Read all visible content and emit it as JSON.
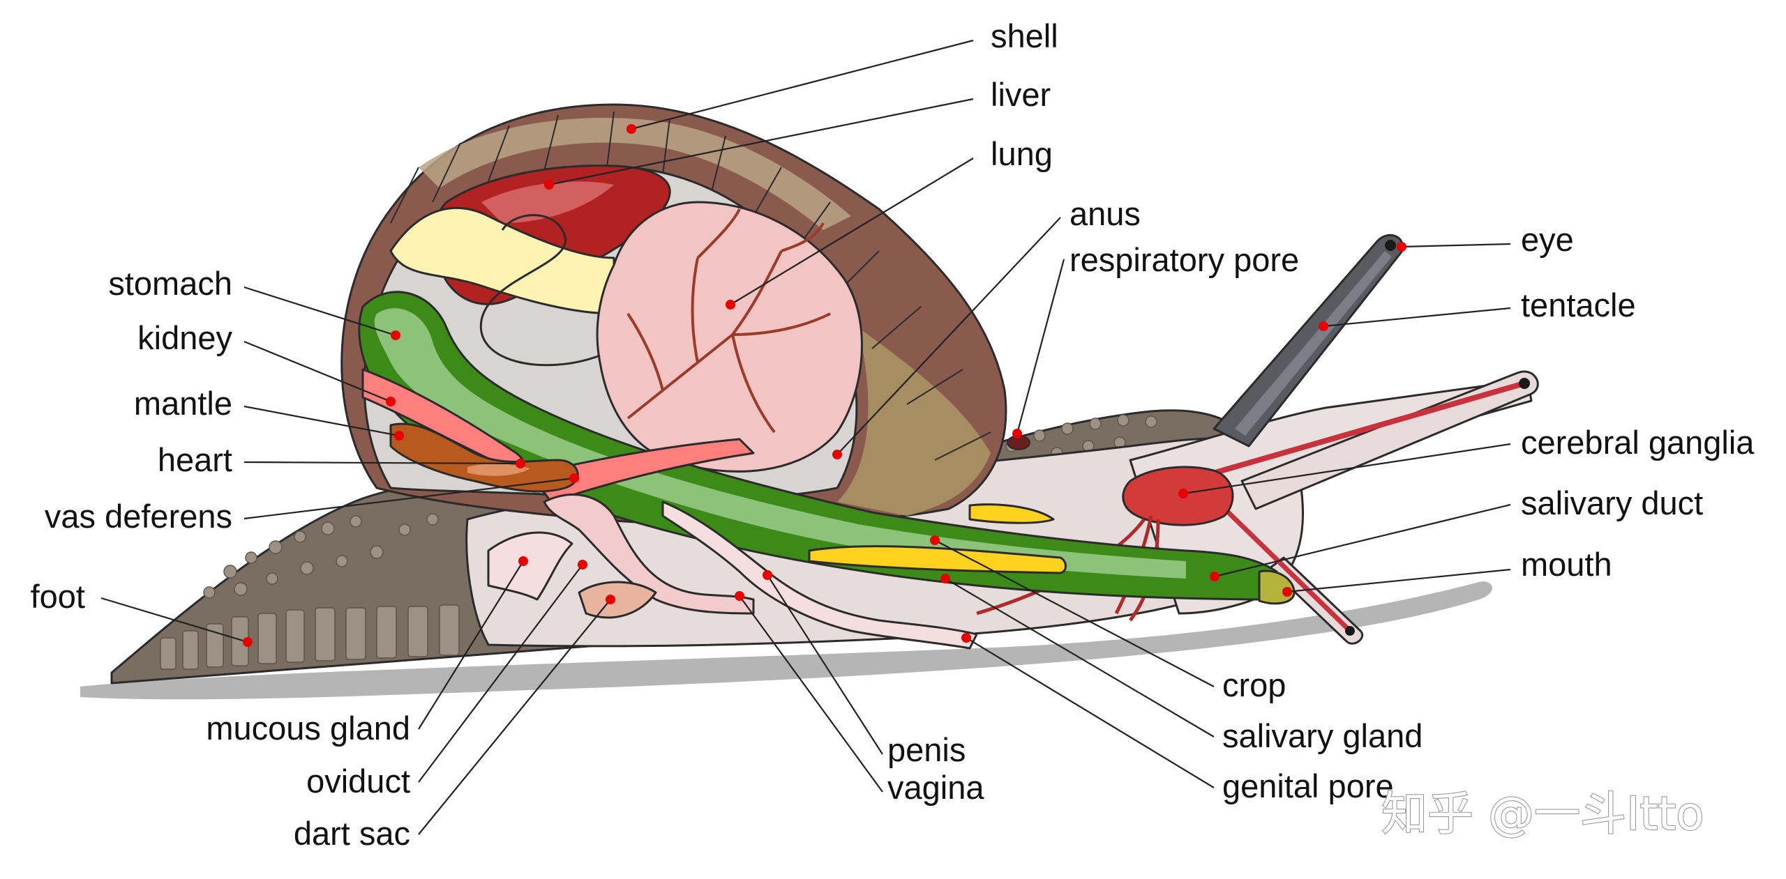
{
  "labels": {
    "shell": "shell",
    "liver": "liver",
    "lung": "lung",
    "anus": "anus",
    "respiratory_pore": "respiratory pore",
    "eye": "eye",
    "tentacle": "tentacle",
    "stomach": "stomach",
    "kidney": "kidney",
    "mantle": "mantle",
    "heart": "heart",
    "vas_deferens": "vas deferens",
    "foot": "foot",
    "cerebral_ganglia": "cerebral ganglia",
    "salivary_duct": "salivary duct",
    "mouth": "mouth",
    "crop": "crop",
    "salivary_gland": "salivary gland",
    "genital_pore": "genital pore",
    "mucous_gland": "mucous gland",
    "oviduct": "oviduct",
    "dart_sac": "dart sac",
    "penis": "penis",
    "vagina": "vagina"
  },
  "watermark": "知乎 @一斗Itto",
  "colors": {
    "pointer_dot": "#e60000",
    "shell": "#8b5a4e",
    "foot": "#7a6e63",
    "liver": "#b22222",
    "lung": "#f2c4c4",
    "crop": "#3c8a18",
    "salivary_gland": "#ffd21f",
    "heart": "#b85a1e",
    "mantle": "#ff7f7f",
    "cerebral_ganglia": "#d43a3a"
  }
}
